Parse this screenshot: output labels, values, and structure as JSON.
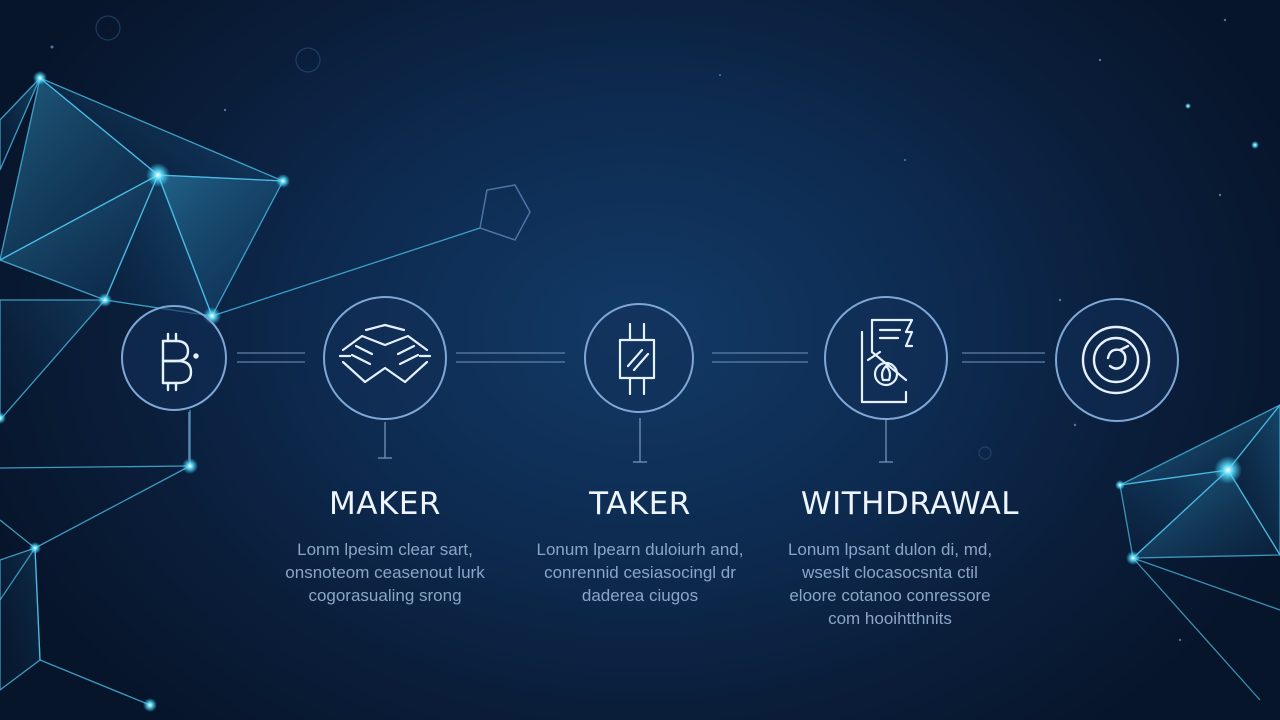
{
  "steps": [
    {
      "icon": "bitcoin-icon"
    },
    {
      "icon": "handshake-icon",
      "title": "MAKER",
      "lines": [
        "Lonm lpesim  clear  sart,",
        "onsnoteom ceasenout lurk",
        "cogorasualing  srong"
      ]
    },
    {
      "icon": "candlestick-icon",
      "title": "TAKER",
      "lines": [
        "Lonum  lpearn  duloiurh  and,",
        "conrennid cesiasocingl  dr",
        "daderea  ciugos"
      ]
    },
    {
      "icon": "document-icon",
      "title": "WITHDRAWAL",
      "lines": [
        "Lonum  lpsant  dulon  di,  md,",
        "wseslt  clocasocsnta  ctil",
        "eloore  cotanoo  conressore",
        "com  hooihtthnits"
      ]
    },
    {
      "icon": "target-icon"
    }
  ],
  "colors": {
    "accent": "#3fd3ff",
    "background": "#0d2a4f",
    "text": "#eef5ff",
    "muted": "#8aa6c6"
  }
}
